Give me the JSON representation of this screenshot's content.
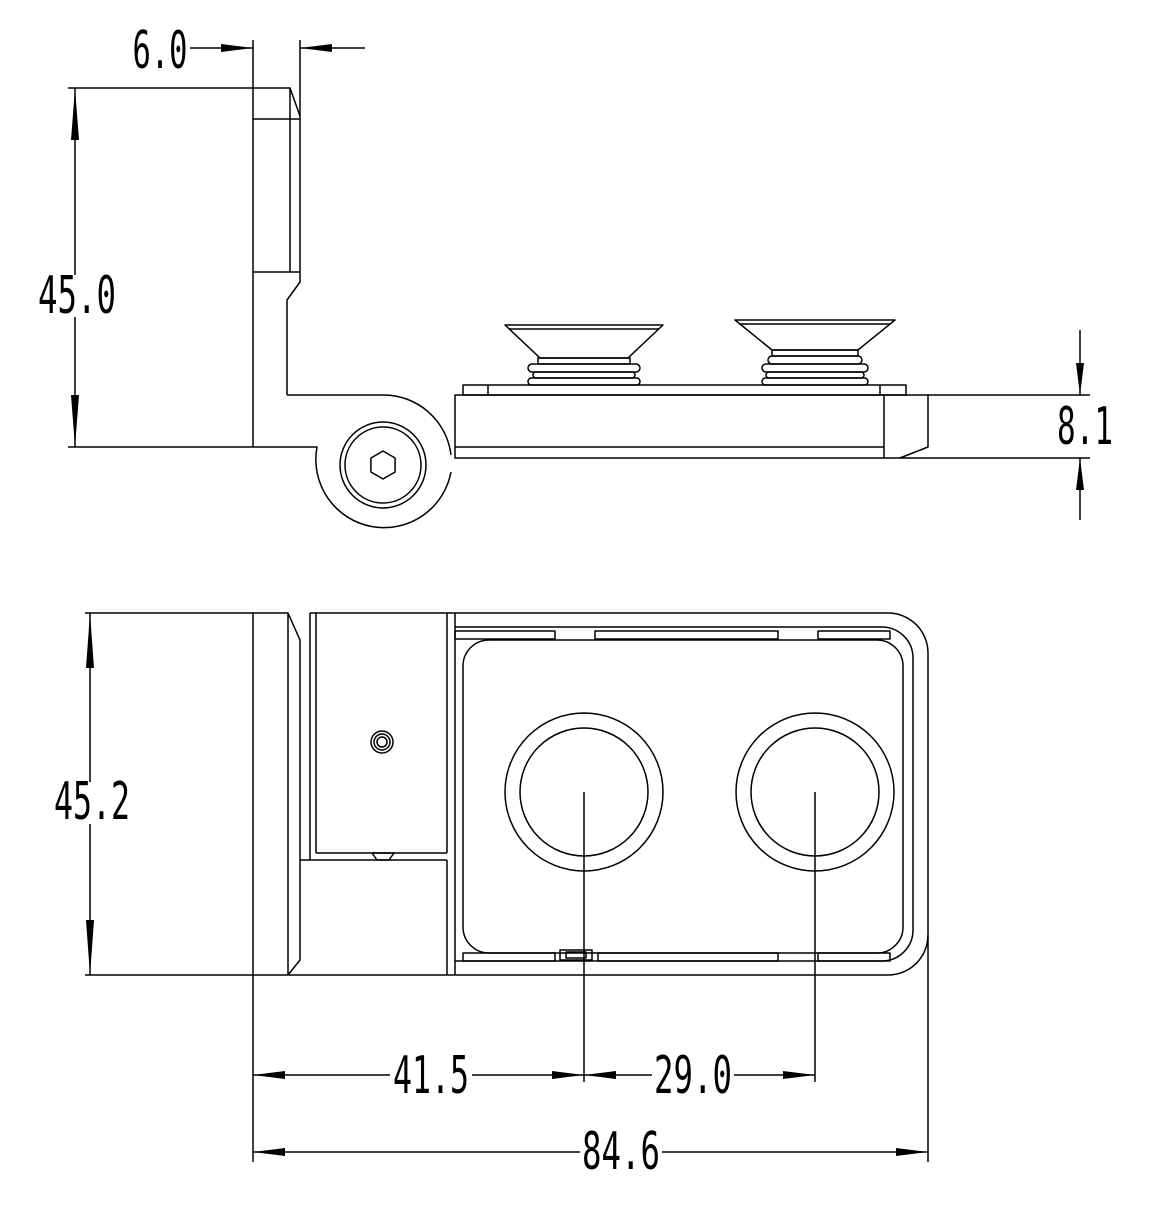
{
  "dimensions": {
    "top_width": "6.0",
    "side_height": "45.0",
    "base_thickness": "8.1",
    "plan_height": "45.2",
    "to_first_cup": "41.5",
    "cup_spacing": "29.0",
    "overall_length": "84.6"
  },
  "colors": {
    "line": "#000000",
    "background": "#ffffff"
  }
}
